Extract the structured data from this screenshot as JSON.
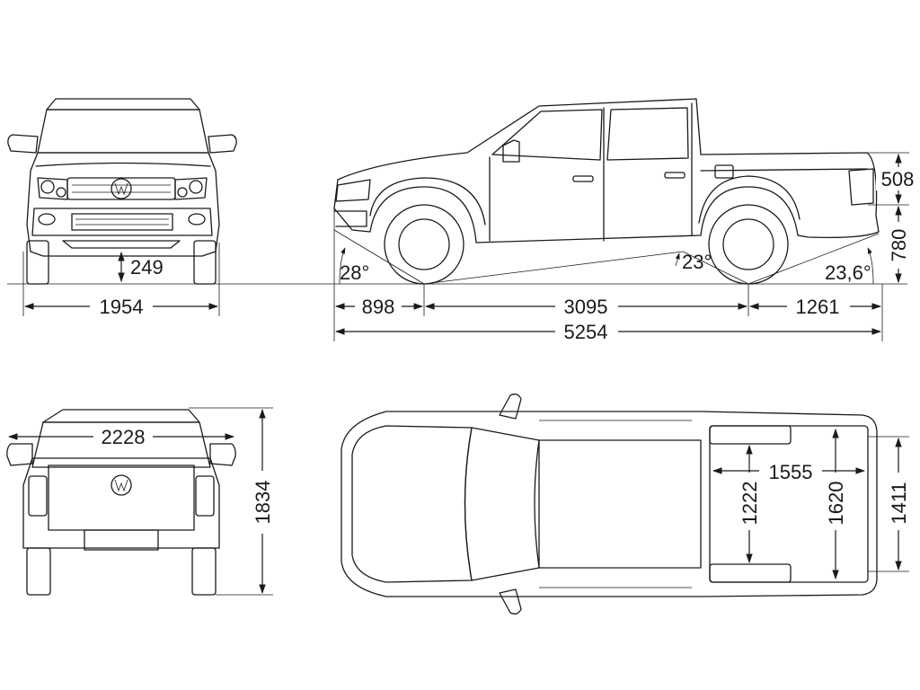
{
  "dimensions": {
    "front_width": "1954",
    "ground_clearance": "249",
    "front_overhang": "898",
    "wheelbase": "3095",
    "rear_overhang": "1261",
    "overall_length": "5254",
    "approach_angle": "28°",
    "breakover_angle": "23°",
    "departure_angle": "23,6°",
    "bed_side_height": "508",
    "bed_floor_height": "780",
    "mirror_width": "2228",
    "overall_height": "1834",
    "bed_length": "1555",
    "bed_width_between_arches": "1222",
    "bed_width_max": "1620",
    "bed_width_rear": "1411"
  }
}
